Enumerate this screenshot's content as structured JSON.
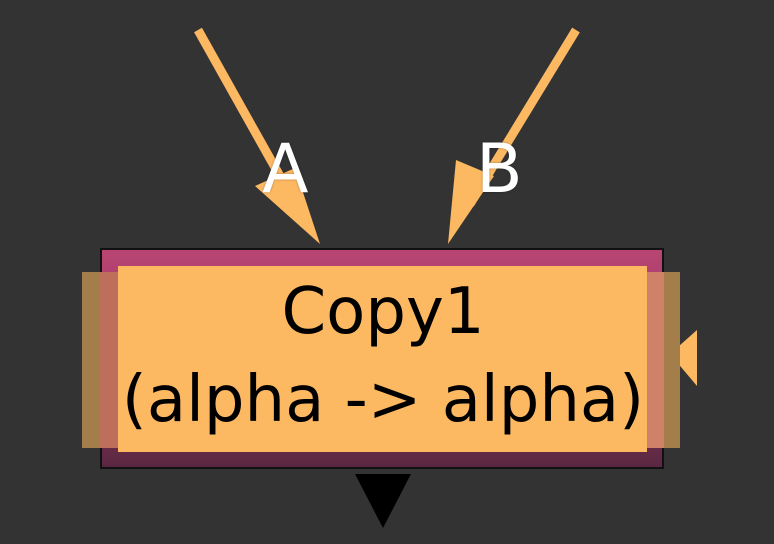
{
  "node": {
    "name": "Copy1",
    "subtitle": "(alpha -> alpha)"
  },
  "inputs": [
    {
      "label": "A"
    },
    {
      "label": "B"
    }
  ],
  "colors": {
    "background": "#333333",
    "edge": "#fdb862",
    "node_tile": "#b94472",
    "node_body": "#fdb862",
    "output_arrow": "#000000"
  },
  "icons": {
    "mask_input": "triangle-left-icon",
    "output": "triangle-down-icon"
  }
}
